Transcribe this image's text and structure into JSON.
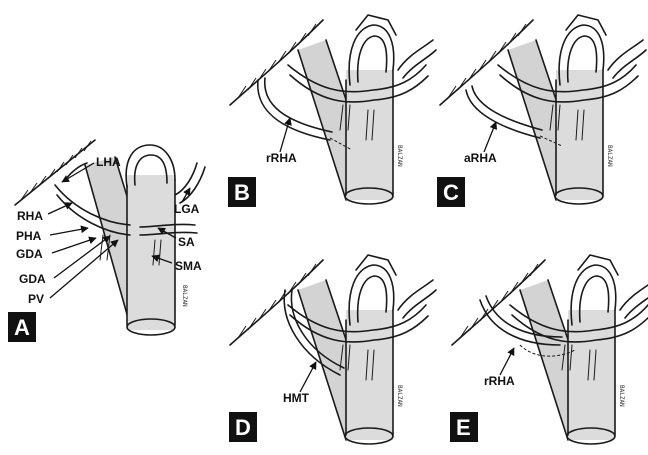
{
  "panels": {
    "A": {
      "tag": "A",
      "labels": {
        "lha": "LHA",
        "rha": "RHA",
        "pha": "PHA",
        "gda1": "GDA",
        "gda2": "GDA",
        "pv": "PV",
        "lga": "LGA",
        "sa": "SA",
        "sma": "SMA"
      },
      "signature": "BALZAN"
    },
    "B": {
      "tag": "B",
      "labels": {
        "rrha": "rRHA"
      },
      "signature": "BALZAN"
    },
    "C": {
      "tag": "C",
      "labels": {
        "arha": "aRHA"
      },
      "signature": "BALZAN"
    },
    "D": {
      "tag": "D",
      "labels": {
        "hmt": "HMT"
      },
      "signature": "BALZAN"
    },
    "E": {
      "tag": "E",
      "labels": {
        "rrha": "rRHA"
      },
      "signature": "BALZAN"
    }
  },
  "colors": {
    "tag_background": "#111111",
    "tag_text": "#ffffff",
    "line": "#1a1a1a",
    "shading": "#c4c4c4"
  }
}
